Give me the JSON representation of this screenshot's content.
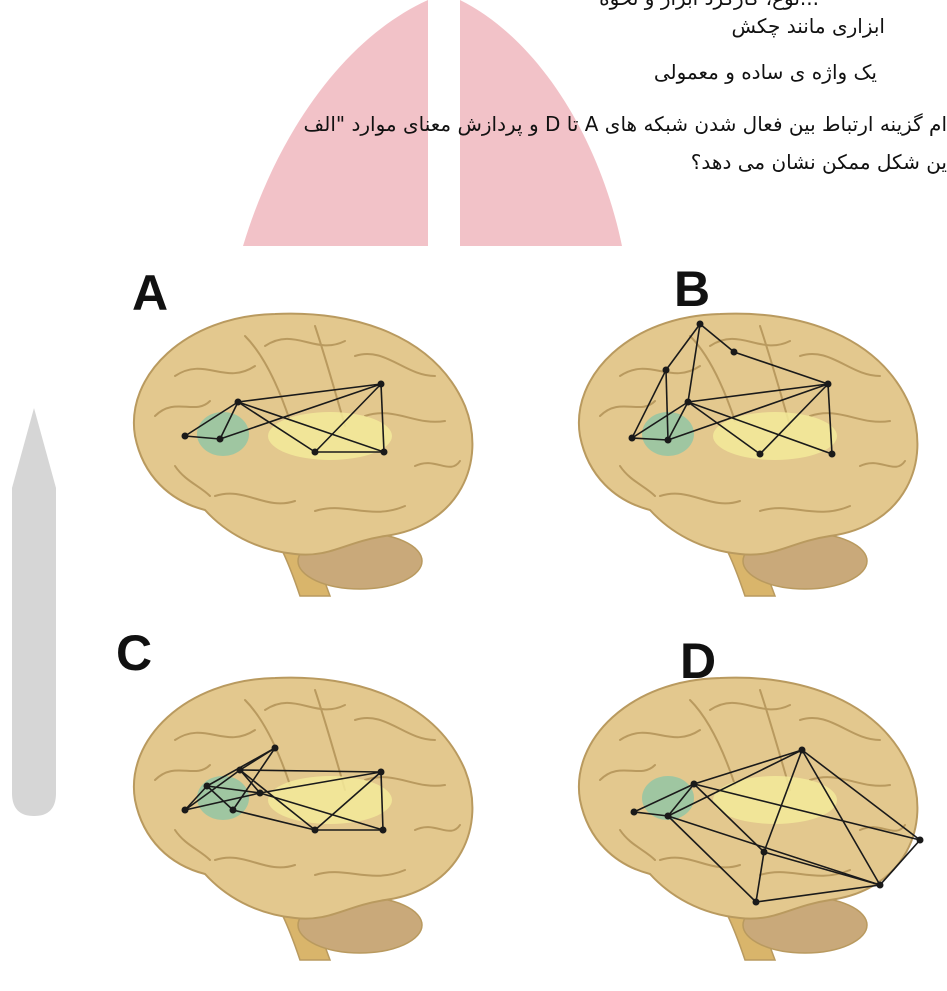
{
  "question": {
    "line1": "...نوع، کارکرد ابزار و نحوه",
    "line2": "ابزاری مانند چکش",
    "line3": "یک واژه ی ساده و معمولی",
    "line4": "ام گزینه ارتباط بین فعال شدن شبکه های A تا D و پردازش معنای موارد \"الف",
    "line5": "ین شکل ممکن نشان می دهد؟"
  },
  "panels": [
    {
      "label": "A",
      "network": "narrow-temporal"
    },
    {
      "label": "B",
      "network": "frontal-extended"
    },
    {
      "label": "C",
      "network": "dense-anterior"
    },
    {
      "label": "D",
      "network": "widespread-temporal"
    }
  ],
  "colors": {
    "brain_fill": "#e3c88e",
    "brain_dark": "#b99a5f",
    "brainstem": "#d9b56b",
    "cerebellum": "#c9a97a",
    "green_region": "#93c5a4",
    "yellow_region": "#f3ea9a",
    "network_line": "#1a1a1a",
    "background_shape": "#f2c2c8",
    "side_bar": "#d6d6d6"
  }
}
